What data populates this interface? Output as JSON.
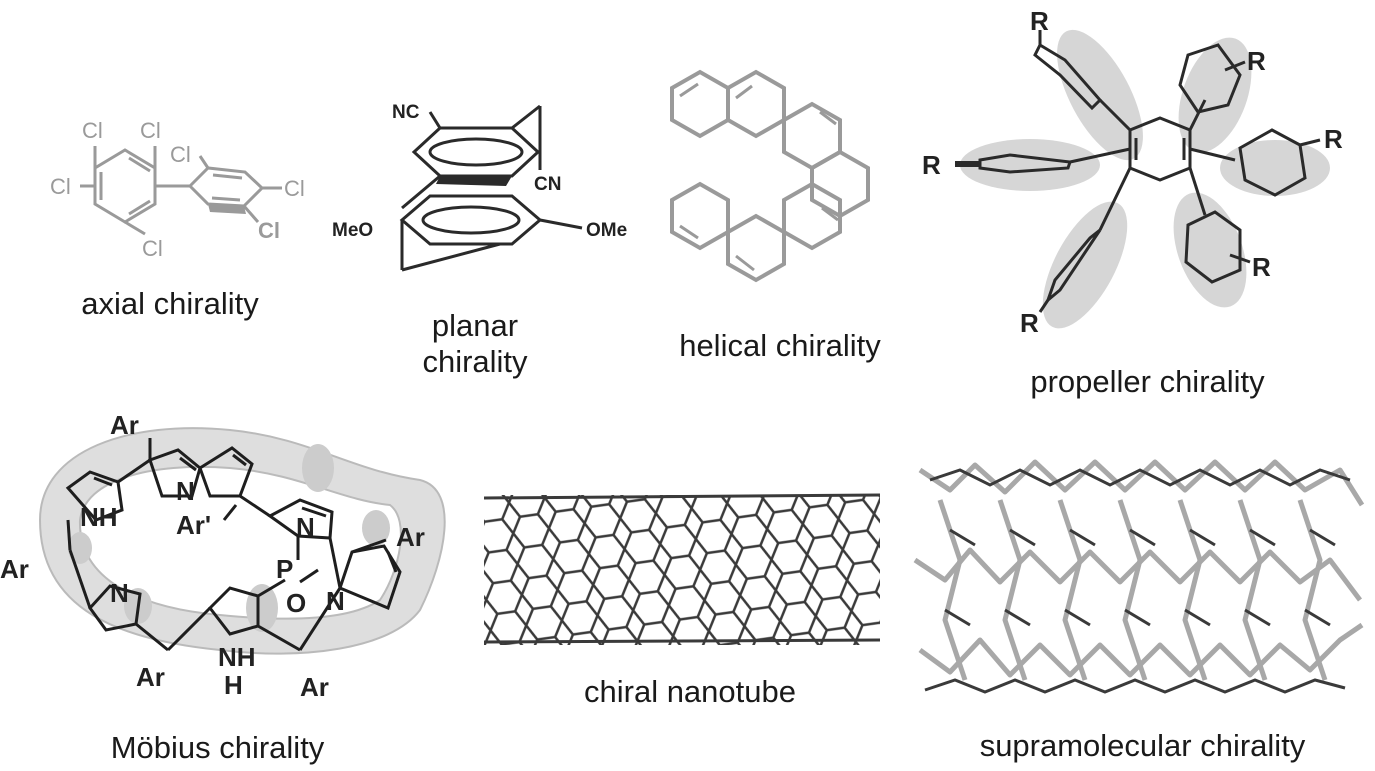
{
  "captions": {
    "axial": "axial chirality",
    "planar_line1": "planar",
    "planar_line2": "chirality",
    "helical": "helical chirality",
    "propeller": "propeller chirality",
    "mobius": "Möbius chirality",
    "nanotube": "chiral nanotube",
    "supramolecular": "supramolecular chirality"
  },
  "atoms": {
    "cl": "Cl",
    "nc": "NC",
    "cn": "CN",
    "meo": "MeO",
    "ome": "OMe",
    "r": "R",
    "ar": "Ar",
    "ar_prime": "Ar'",
    "n": "N",
    "nh": "NH",
    "h": "H",
    "p": "P",
    "o": "O"
  },
  "colors": {
    "light_structure": "#9a9a9a",
    "dark_structure": "#2a2a2a",
    "shadow": "#cfcfcf"
  }
}
